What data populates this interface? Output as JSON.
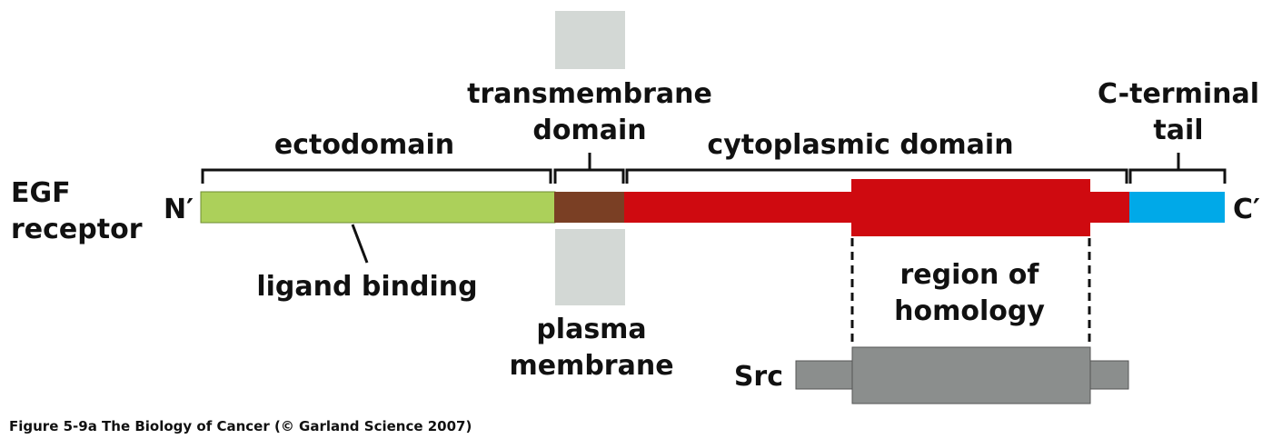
{
  "protein_name_line1": "EGF",
  "protein_name_line2": "receptor",
  "n_terminus": "N′",
  "c_terminus": "C′",
  "domains": {
    "ectodomain": "ectodomain",
    "transmembrane_line1": "transmembrane",
    "transmembrane_line2": "domain",
    "cytoplasmic": "cytoplasmic domain",
    "c_terminal_line1": "C-terminal",
    "c_terminal_line2": "tail"
  },
  "annotations": {
    "ligand_binding": "ligand binding",
    "plasma_membrane_line1": "plasma",
    "plasma_membrane_line2": "membrane",
    "homology_line1": "region of",
    "homology_line2": "homology"
  },
  "comparison_protein": "Src",
  "caption": "Figure 5-9a  The Biology of Cancer (© Garland Science 2007)",
  "colors": {
    "ectodomain": "#acd05a",
    "transmembrane": "#7a3f24",
    "cytoplasmic": "#cf0a10",
    "c_terminal_tail": "#00a9e8",
    "membrane": "#d3d8d5",
    "src": "#8b8e8d"
  }
}
